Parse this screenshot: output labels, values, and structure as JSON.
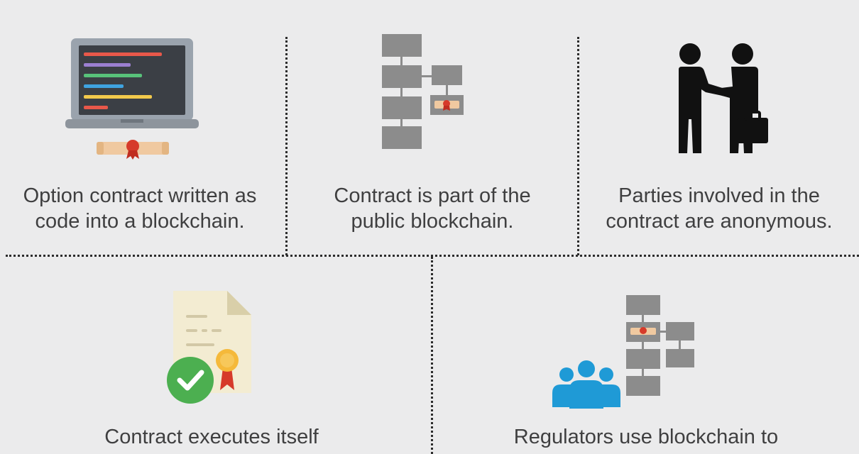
{
  "colors": {
    "background": "#ebebec",
    "divider": "#2c2c2c",
    "text": "#3f3f40",
    "block_gray": "#8c8c8c",
    "laptop_frame": "#9aa3ad",
    "laptop_screen": "#3b3f45",
    "people_black": "#111111",
    "people_blue": "#1f9ad6",
    "check_green": "#4caf50",
    "seal_red": "#d63a2a",
    "scroll_tan": "#f0c9a0"
  },
  "panels": [
    {
      "id": "code",
      "icon": "laptop-code-icon",
      "caption_lines": [
        "Option contract written as",
        "code into a blockchain."
      ]
    },
    {
      "id": "public",
      "icon": "blockchain-contract-icon",
      "caption_lines": [
        "Contract is part of the",
        "public blockchain."
      ]
    },
    {
      "id": "anonymous",
      "icon": "handshake-icon",
      "caption_lines": [
        "Parties involved in the",
        "contract are anonymous."
      ]
    },
    {
      "id": "executes",
      "icon": "verified-document-icon",
      "caption_lines": [
        "Contract executes itself"
      ]
    },
    {
      "id": "regulators",
      "icon": "regulators-blockchain-icon",
      "caption_lines": [
        "Regulators use blockchain to"
      ]
    }
  ]
}
